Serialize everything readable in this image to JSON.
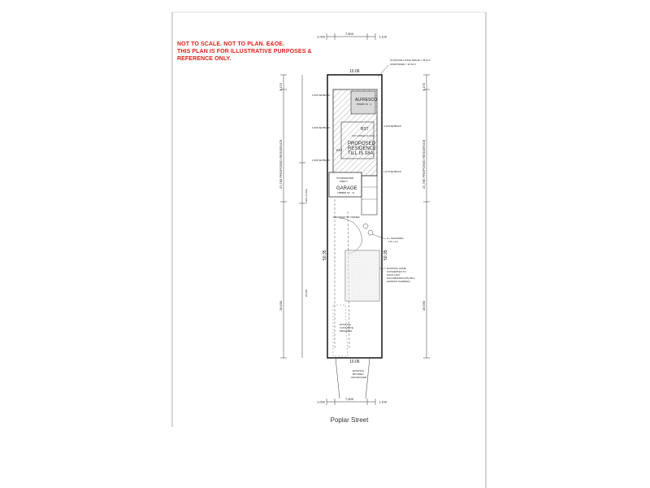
{
  "disclaimer": {
    "line1": "NOT TO SCALE. NOT TO PLAN. E&OE.",
    "line2": "THIS PLAN IS FOR ILLUSTRATIVE PURPOSES &",
    "line3": "REFERENCE ONLY."
  },
  "street": "Poplar Street",
  "dims": {
    "top_left": "1,000",
    "top_mid": "7,600",
    "top_right": "1,100",
    "bottom_left": "1,000",
    "bottom_mid": "7,600",
    "bottom_right": "1,100",
    "lot_width_top": "10.06",
    "lot_width_bottom": "10.06",
    "lot_length_left": "50.35",
    "lot_length_right": "50.35",
    "left_outer_top": "3,170",
    "right_outer_top": "3,170",
    "left_outer_long": "22,785 PROPOSED RESIDENCE",
    "right_outer_long": "22,785 PROPOSED RESIDENCE",
    "left_outer_bottom": "28,590",
    "right_outer_bottom": "28,590",
    "left_inner_long": "6,901 (6,970)",
    "left_inner_mid": "28,625"
  },
  "setbacks": {
    "s1": "2,000 SETBACK",
    "s2": "1,600 SETBACK",
    "s3": "1,500 SETBACK",
    "s4": "4,100 SETBACK",
    "s5": "1,670 SETBACK"
  },
  "labels": {
    "outdoor": "OUTDOOR LIVING SPACE = 26.9m²",
    "outdoor2": "(UNROOFED = 10.6m²)",
    "alfresco": "ALFRESCO",
    "alfresco_sub": "PAVED 16 · 1",
    "upper_floor": "1ST UPPER FLOOR",
    "proposed": "PROPOSED",
    "residence": "RESIDENCE",
    "residence_sub": "TILL IS 18A",
    "bst": "BST",
    "garage": "GARAGE",
    "garage_sub": "TIMBER 52 · 11",
    "stormwater": "STORMWATER",
    "stormwater2": "PREVY",
    "driveway": "DRIVEWAY BY OWNER",
    "soakwell": "2 x SOAKWELL",
    "soakwell2": "1.8 x 1.2",
    "existing_home1": "EXISTING HOME",
    "existing_home2": "CONVERTED TO",
    "existing_home3": "ANCILLARY",
    "existing_home4": "ACCOMMODATION 65m²",
    "existing_home5": "(GRANNY/GARDEN)",
    "existing_conc1": "EXISTING",
    "existing_conc2": "CONCRETE",
    "existing_conc3": "DRIVEWAY",
    "existing_xover1": "EXISTING",
    "existing_xover2": "BITUMEN",
    "existing_xover3": "CROSSOVER"
  }
}
